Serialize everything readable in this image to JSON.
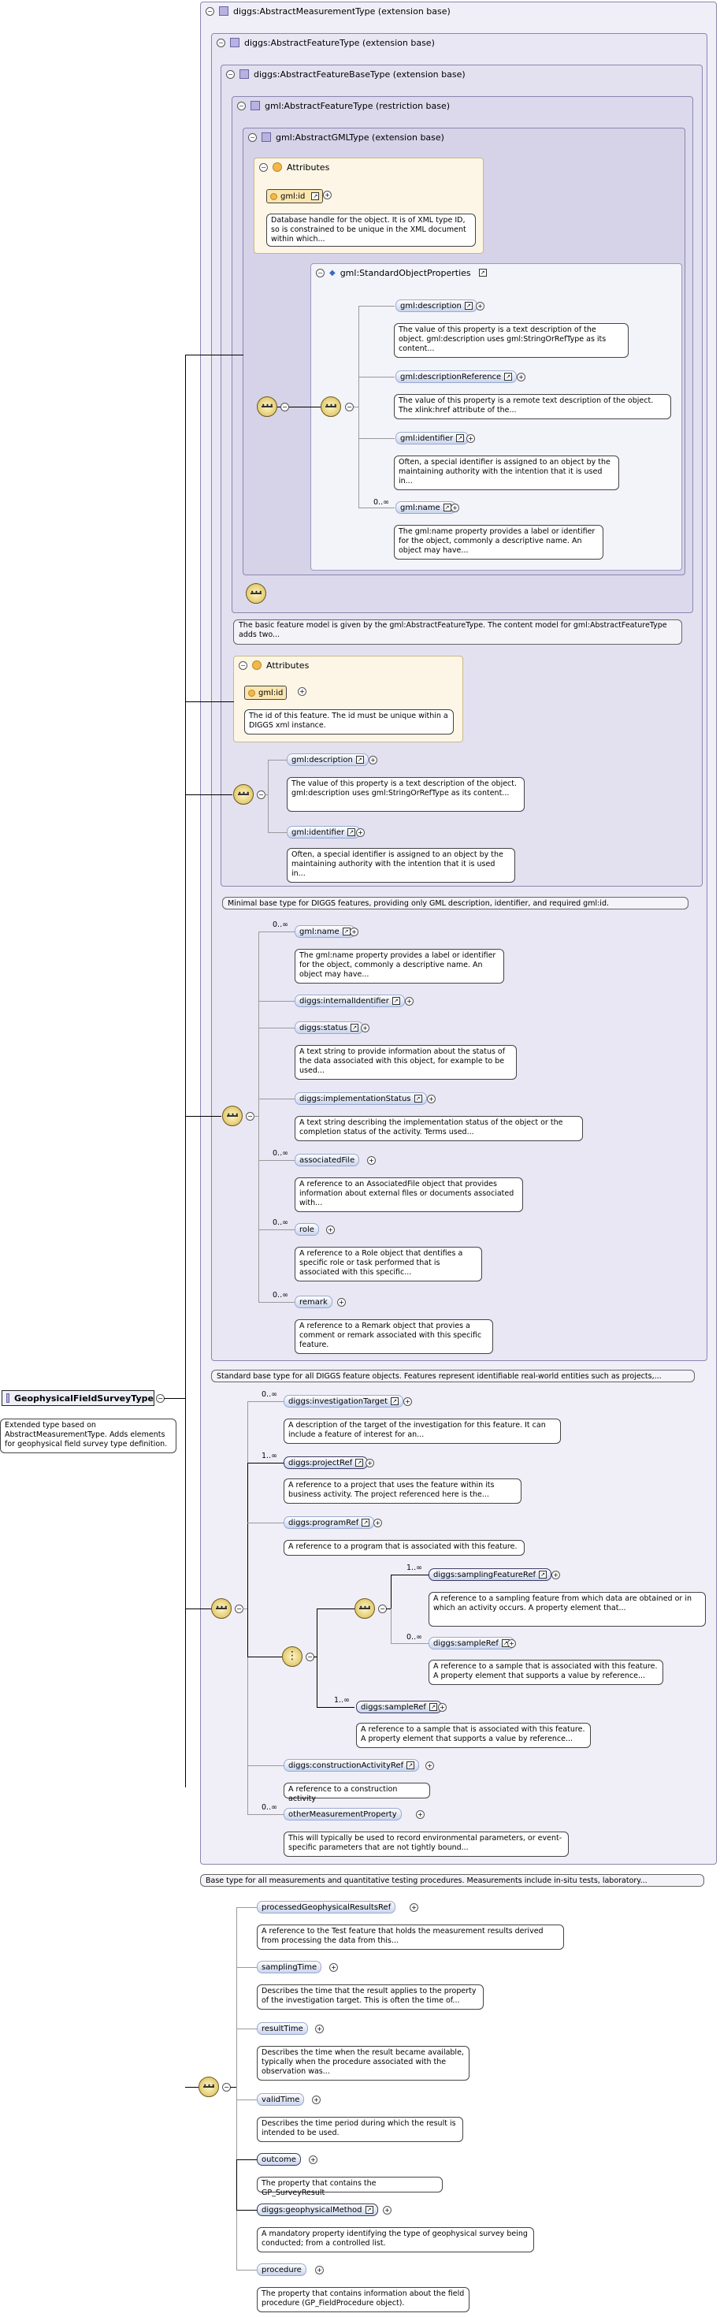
{
  "root": {
    "name": "GeophysicalFieldSurveyType",
    "doc": "Extended type based on AbstractMeasurementType. Adds elements for geophysical field survey type definition."
  },
  "types": {
    "t1": {
      "title": "diggs:AbstractMeasurementType (extension base)",
      "doc": "Base type for all measurements and quantitative testing procedures. Measurements include in-situ tests, laboratory..."
    },
    "t2": {
      "title": "diggs:AbstractFeatureType (extension base)",
      "doc": "Standard base type for all DIGGS feature objects. Features represent identifiable real-world entities such as projects,..."
    },
    "t3": {
      "title": "diggs:AbstractFeatureBaseType (extension base)",
      "doc": "Minimal base type for DIGGS features, providing only GML description, identifier, and required gml:id."
    },
    "t4": {
      "title": "gml:AbstractFeatureType (restriction base)",
      "doc": "The basic feature model is given by the gml:AbstractFeatureType. The content model for gml:AbstractFeatureType adds two..."
    },
    "t5": {
      "title": "gml:AbstractGMLType (extension base)"
    }
  },
  "attributes_label": "Attributes",
  "attr1": {
    "name": "gml:id",
    "doc": "Database handle for the object. It is of XML type ID, so is constrained to be unique in the XML document within which..."
  },
  "std_props": {
    "title": "gml:StandardObjectProperties"
  },
  "gml_props": [
    {
      "name": "gml:description",
      "doc": "The value of this property is a text description of the object. gml:description uses gml:StringOrRefType as its content..."
    },
    {
      "name": "gml:descriptionReference",
      "doc": "The value of this property is a remote text description of the object. The xlink:href attribute of the..."
    },
    {
      "name": "gml:identifier",
      "doc": "Often, a special identifier is assigned to an object by the maintaining authority with the intention that it is used in..."
    },
    {
      "name": "gml:name",
      "occ": "0..∞",
      "doc": "The gml:name property provides a label or identifier for the object, commonly a descriptive name. An object may have..."
    }
  ],
  "attr2": {
    "name": "gml:id",
    "doc": "The id of this feature. The id must be unique within a DIGGS xml instance."
  },
  "base_props": [
    {
      "name": "gml:description",
      "doc": "The value of this property is a text description of the object. gml:description uses gml:StringOrRefType as its content..."
    },
    {
      "name": "gml:identifier",
      "doc": "Often, a special identifier is assigned to an object by the maintaining authority with the intention that it is used in..."
    }
  ],
  "feature_props": [
    {
      "name": "gml:name",
      "occ": "0..∞",
      "doc": "The gml:name property provides a label or identifier for the object, commonly a descriptive name. An object may have..."
    },
    {
      "name": "diggs:internalIdentifier",
      "occ": "",
      "doc": ""
    },
    {
      "name": "diggs:status",
      "occ": "",
      "doc": "A text string to provide information about the status of the data associated with this object, for example to be used..."
    },
    {
      "name": "diggs:implementationStatus",
      "occ": "",
      "doc": "A text string describing the implementation status of the object or the completion status of the activity. Terms used..."
    },
    {
      "name": "associatedFile",
      "occ": "0..∞",
      "doc": "A reference to an AssociatedFile object that provides information about external files or documents associated with..."
    },
    {
      "name": "role",
      "occ": "0..∞",
      "doc": "A reference to a Role object that dentifies a specific role or task performed that is associated with this specific..."
    },
    {
      "name": "remark",
      "occ": "0..∞",
      "doc": "A reference to a Remark object that provies a comment or remark associated with this specific feature."
    }
  ],
  "measurement_props": [
    {
      "name": "diggs:investigationTarget",
      "occ": "0..∞",
      "doc": "A description of the target of the investigation for this feature. It can include a feature of interest for an..."
    },
    {
      "name": "diggs:projectRef",
      "occ": "1..∞",
      "doc": "A reference to a project that uses the feature within its business activity. The project referenced here is the..."
    },
    {
      "name": "diggs:programRef",
      "occ": "",
      "doc": "A reference to a program that is associated with this feature."
    }
  ],
  "choice_seq": [
    {
      "name": "diggs:samplingFeatureRef",
      "occ": "1..∞",
      "doc": "A reference to a sampling feature from which data are obtained or in which an activity occurs. A property element that..."
    },
    {
      "name": "diggs:sampleRef",
      "occ": "0..∞",
      "doc": "A reference to a sample that is associated with this feature. A property element that supports a value by reference..."
    }
  ],
  "choice_alt": {
    "name": "diggs:sampleRef",
    "occ": "1..∞",
    "doc": "A reference to a sample that is associated with this feature. A property element that supports a value by reference..."
  },
  "measurement_tail": [
    {
      "name": "diggs:constructionActivityRef",
      "occ": "",
      "doc": "A reference to a construction activity"
    },
    {
      "name": "otherMeasurementProperty",
      "occ": "0..∞",
      "doc": "This will typically be used to record environmental parameters, or event-specific parameters that are not tightly bound..."
    }
  ],
  "survey_props": [
    {
      "name": "processedGeophysicalResultsRef",
      "doc": "A reference to the Test feature that holds the measurement results derived from processing the data from this..."
    },
    {
      "name": "samplingTime",
      "doc": "Describes the time that the result applies to the property of the investigation target. This is often the time of..."
    },
    {
      "name": "resultTime",
      "doc": "Describes the time when the result became available, typically when the procedure associated with the observation was..."
    },
    {
      "name": "validTime",
      "doc": "Describes the time period during which the result is intended to be used."
    },
    {
      "name": "outcome",
      "doc": "The property that contains the GP_SurveyResult"
    },
    {
      "name": "diggs:geophysicalMethod",
      "doc": "A mandatory property identifying the type of geophysical survey being conducted; from a controlled list."
    },
    {
      "name": "procedure",
      "doc": "The property that contains information about the field procedure (GP_FieldProcedure object)."
    }
  ]
}
